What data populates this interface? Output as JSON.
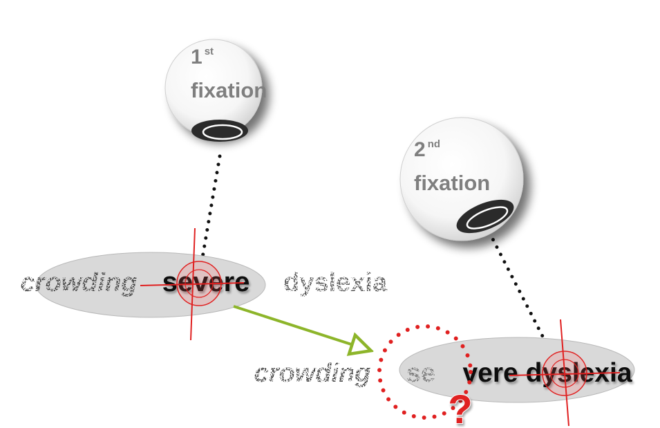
{
  "fixations": [
    {
      "number": "1",
      "suffix": "st",
      "label": "fixation"
    },
    {
      "number": "2",
      "suffix": "nd",
      "label": "fixation"
    }
  ],
  "sentence_1": {
    "crowded_before": "crowding",
    "focus": "severe",
    "crowded_after": "dyslexia"
  },
  "sentence_2": {
    "crowded_before": "crowding",
    "partial": "se",
    "focus": "vere dyslexia"
  },
  "question_mark": "?",
  "colors": {
    "fixation_marker": "#e02020",
    "arrow": "#8db52a",
    "ellipse_fill": "#d9d9d9",
    "circle_text": "#7f7f7f",
    "eye_dark": "#2b2b2b",
    "question": "#e02020"
  }
}
